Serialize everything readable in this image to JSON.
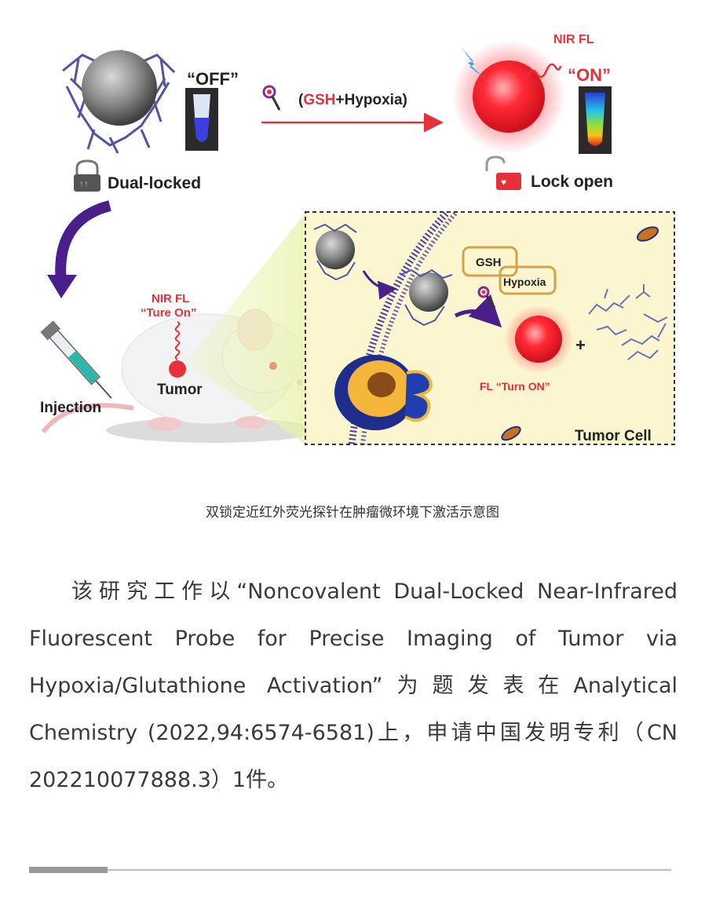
{
  "figure": {
    "off_label": "“OFF”",
    "on_label": "“ON”",
    "trigger_label": "(GSH+Hypoxia)",
    "trigger_gsh": "GSH",
    "trigger_rest": "+Hypoxia)",
    "trigger_open": "(",
    "nir_fl_top": "NIR FL",
    "dual_locked": "Dual-locked",
    "lock_open": "Lock open",
    "nir_fl_mouse": "NIR FL",
    "ture_on": "“Ture On”",
    "tumor": "Tumor",
    "injection": "Injection",
    "gsh_box": "GSH",
    "hypoxia_box": "Hypoxia",
    "fl_turn_on": "FL “Turn ON”",
    "plus": "+",
    "tumor_cell": "Tumor Cell"
  },
  "caption": "双锁定近红外荧光探针在肿瘤微环境下激活示意图",
  "paragraph": "该研究工作以“Noncovalent Dual-Locked Near-Infrared Fluorescent Probe for Precise Imaging of Tumor via Hypoxia/Glutathione Activation”为题发表在Analytical Chemistry (2022,94:6574-6581)上，申请中国发明专利（CN 202210077888.3）1件。",
  "colors": {
    "red": "#e8303a",
    "purple": "#4a1f8c",
    "cell_bg": "#fbf6cf",
    "gold": "#d4a24a"
  }
}
